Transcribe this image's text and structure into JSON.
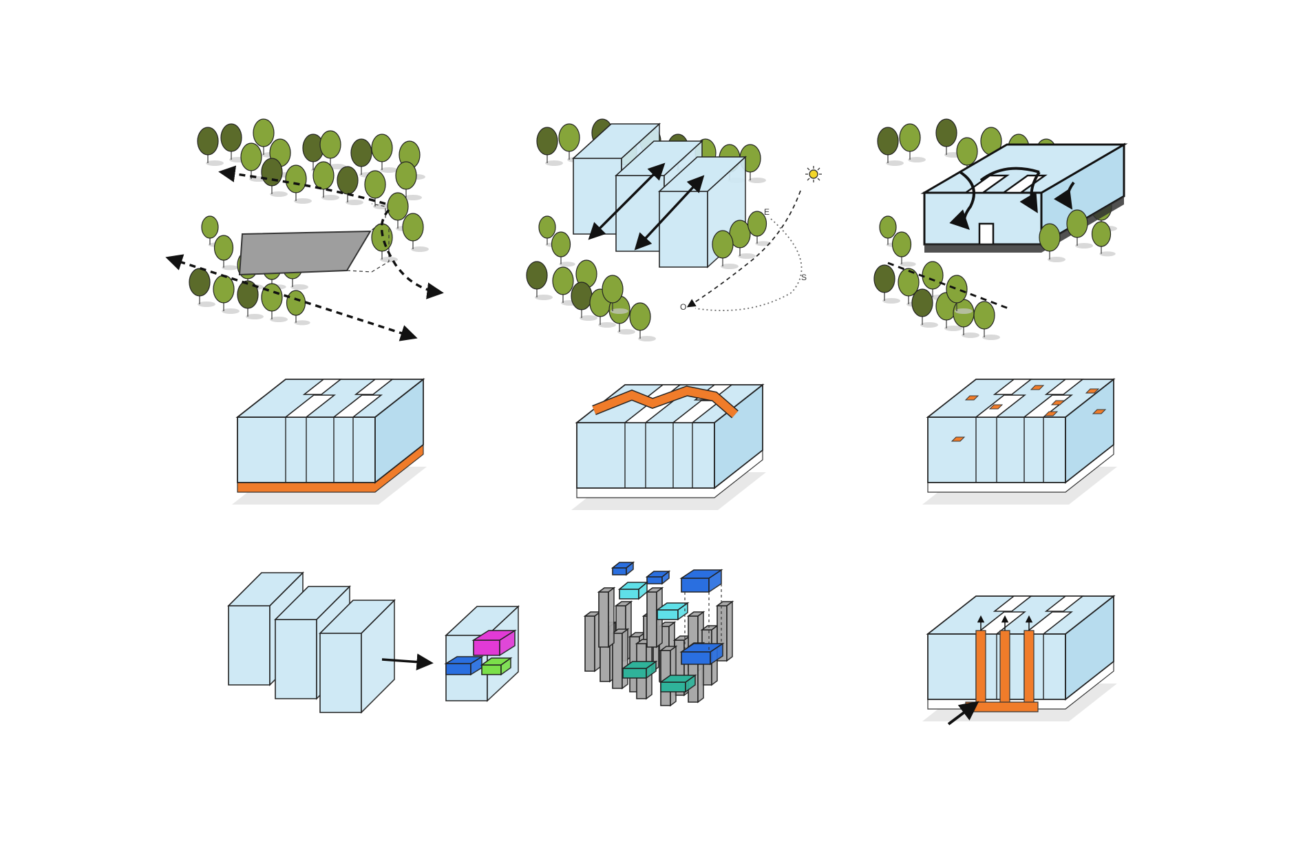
{
  "colors": {
    "background": "#ffffff",
    "tree_dark": "#5b6b2a",
    "tree_light": "#86a53a",
    "massing": "#cfe9f5",
    "massing_side": "#b7dcee",
    "site": "#9e9e9e",
    "accent_orange": "#f07c2a",
    "magenta": "#e23ad6",
    "blue": "#2a6fe0",
    "green": "#7be04a",
    "cyan": "#5fe0e8",
    "teal": "#2fb39a",
    "grey_column": "#a9a9a9",
    "sun": "#f3d62a"
  },
  "labels": {
    "east": "E",
    "south": "S",
    "west": "O"
  },
  "panels": [
    {
      "id": "site-context",
      "row": 1,
      "col": 1,
      "icon": "site-and-circulation"
    },
    {
      "id": "sun-orientation",
      "row": 1,
      "col": 2,
      "icon": "three-blocks-with-sunpath"
    },
    {
      "id": "courtyard-massing",
      "row": 1,
      "col": 3,
      "icon": "h-shaped-massing-in-forest"
    },
    {
      "id": "ground-floor",
      "row": 2,
      "col": 1,
      "icon": "massing-with-orange-base"
    },
    {
      "id": "roof-circulation",
      "row": 2,
      "col": 2,
      "icon": "massing-with-orange-roof-path"
    },
    {
      "id": "skylights",
      "row": 2,
      "col": 3,
      "icon": "massing-with-orange-openings"
    },
    {
      "id": "program-blocks",
      "row": 3,
      "col": 1,
      "icon": "three-blocks-to-program-box"
    },
    {
      "id": "structure-program",
      "row": 3,
      "col": 2,
      "icon": "columns-with-program-pieces"
    },
    {
      "id": "vertical-circulation",
      "row": 3,
      "col": 3,
      "icon": "massing-with-orange-cores"
    }
  ]
}
